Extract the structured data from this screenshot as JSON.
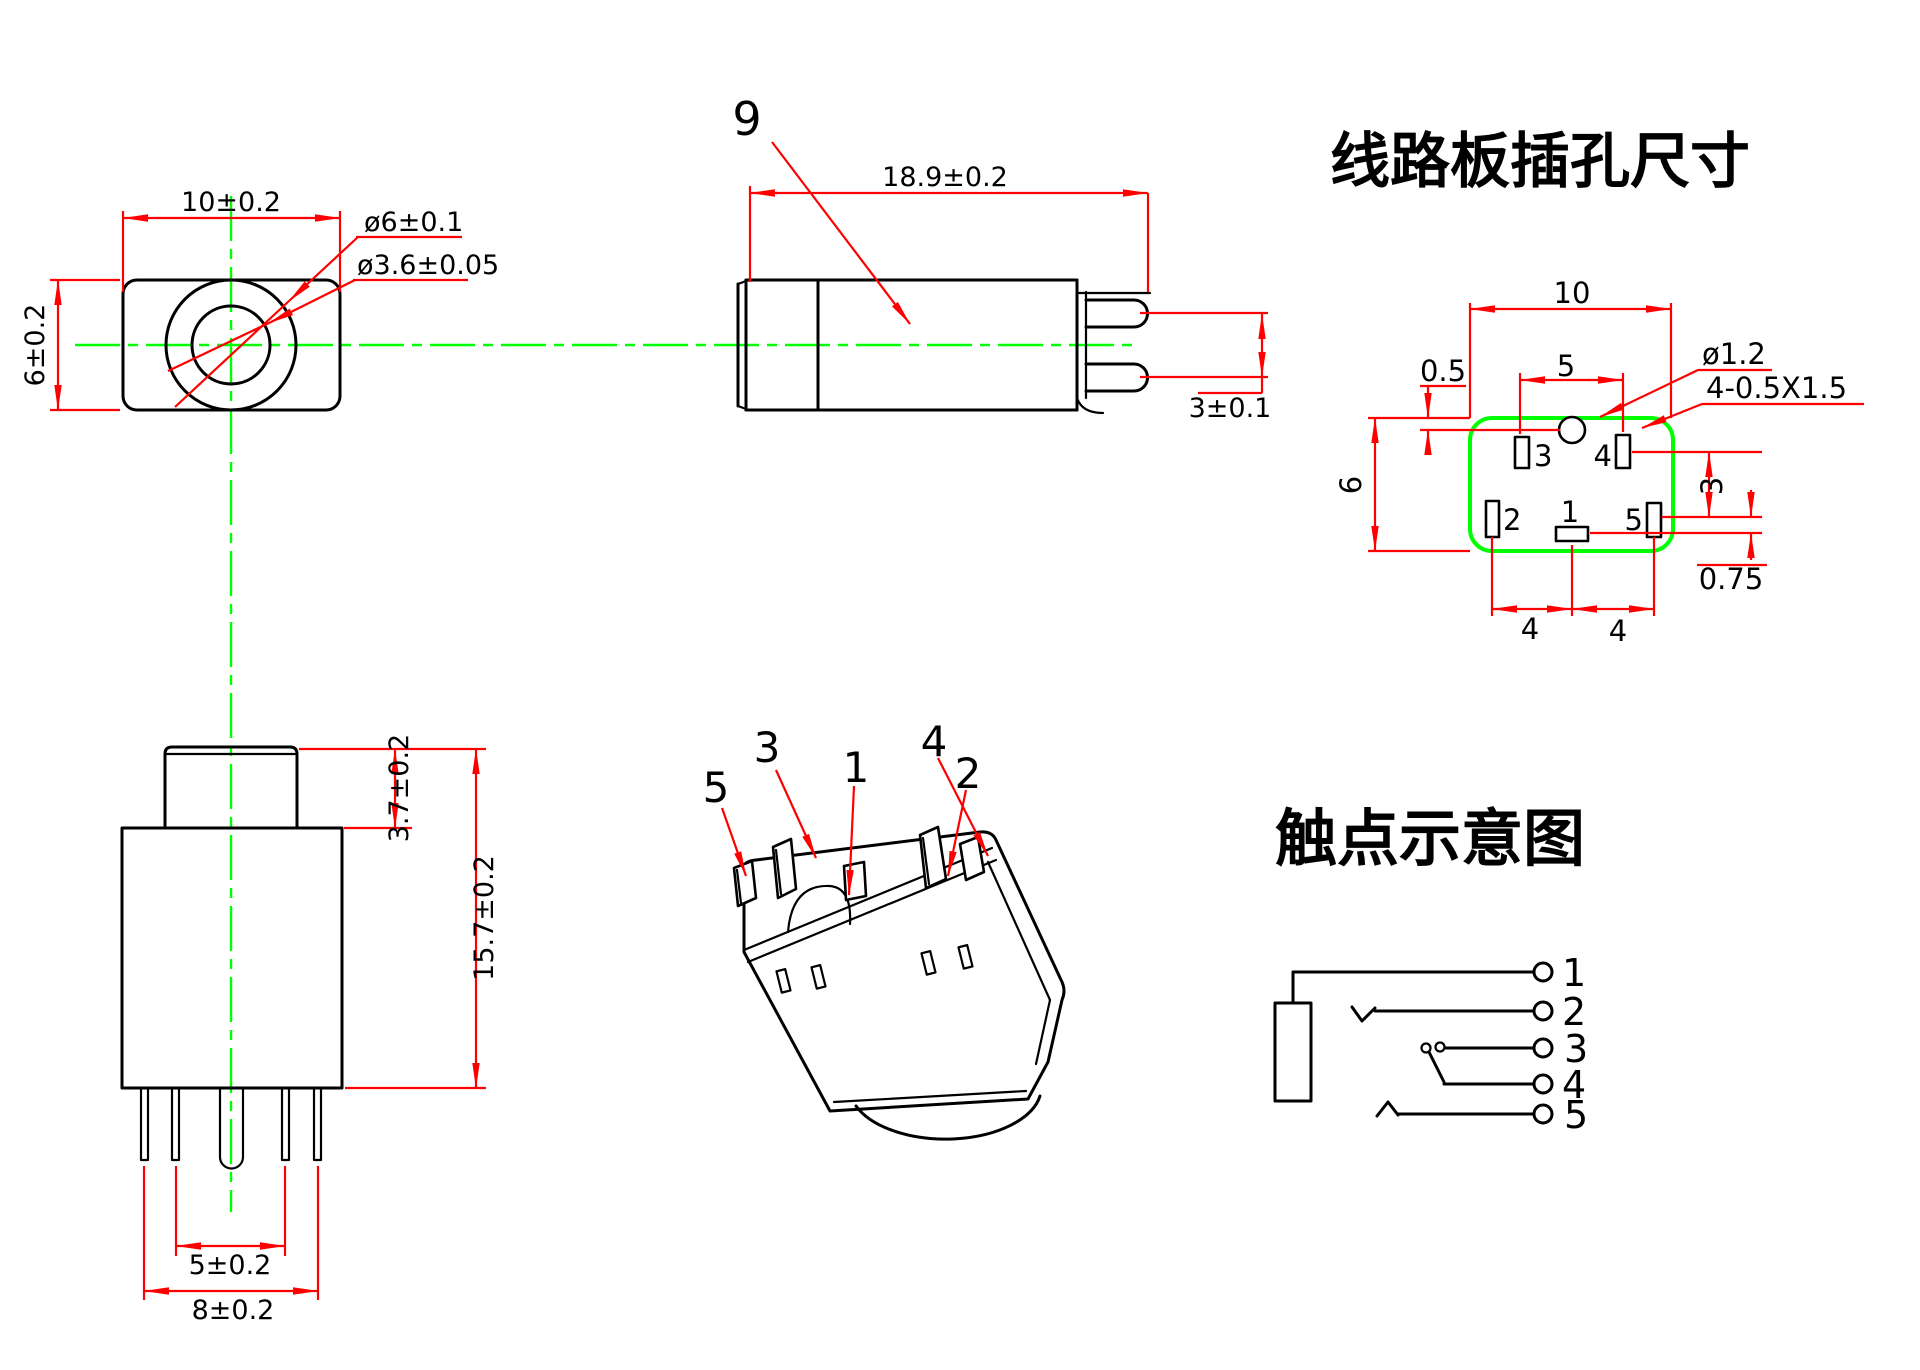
{
  "colors": {
    "dimension": "#ff0000",
    "centerline": "#00ff00",
    "outline": "#000000",
    "pcb_outline": "#00ff00"
  },
  "titles": {
    "pcb_holes": "线路板插孔尺寸",
    "contacts": "触点示意图"
  },
  "top_view": {
    "width": "10±0.2",
    "height": "6±0.2",
    "outer_dia": "ø6±0.1",
    "inner_dia": "ø3.6±0.05"
  },
  "side_view": {
    "length": "18.9±0.2",
    "pin_gap": "3±0.1",
    "callout": "9"
  },
  "front_view": {
    "cap_height": "3.7±0.2",
    "total_height": "15.7±0.2",
    "inner_span": "5±0.2",
    "outer_span": "8±0.2"
  },
  "pcb_layout": {
    "width": "10",
    "pad_pitch": "5",
    "edge_offset": "0.5",
    "height": "6",
    "hole_dia": "ø1.2",
    "slot_spec": "4-0.5X1.5",
    "row_gap": "3",
    "row_offset": "0.75",
    "pitch_left": "4",
    "pitch_right": "4",
    "pads": [
      "1",
      "2",
      "3",
      "4",
      "5"
    ]
  },
  "iso_view": {
    "callouts": [
      "1",
      "2",
      "3",
      "4",
      "5"
    ]
  },
  "contact_diagram": {
    "terminals": [
      "1",
      "2",
      "3",
      "4",
      "5"
    ]
  }
}
